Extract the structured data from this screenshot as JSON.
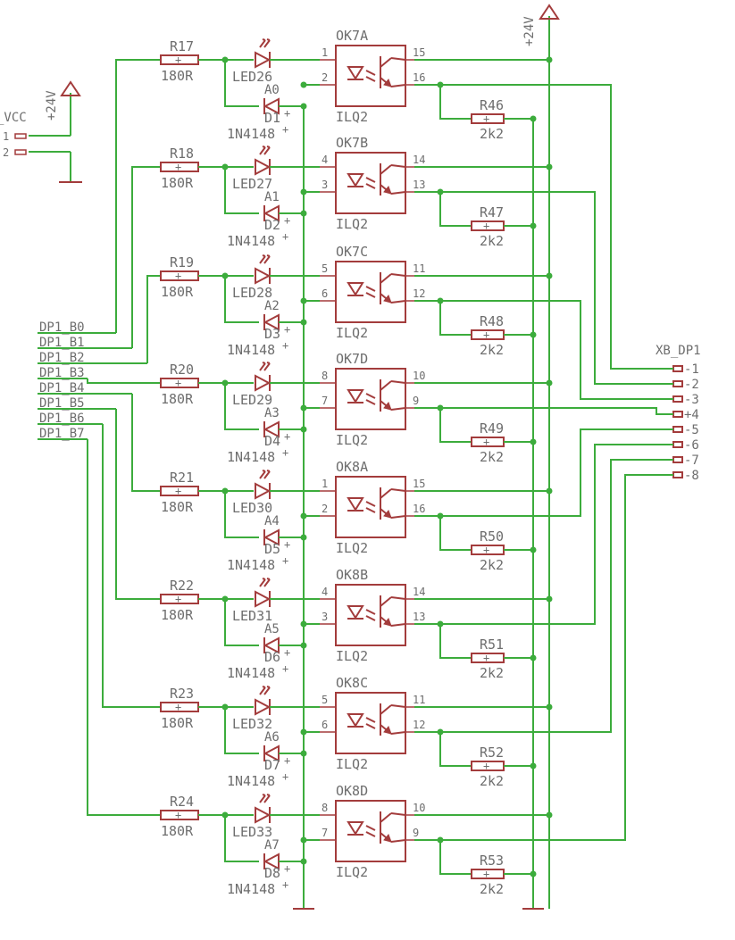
{
  "power": {
    "vcc_label": "+24V"
  },
  "header_vcc": {
    "name": "_VCC",
    "pin1": "1",
    "pin2": "2"
  },
  "connector": {
    "name": "XB_DP1",
    "pins": [
      "-1",
      "-2",
      "-3",
      "+4",
      "-5",
      "-6",
      "-7",
      "-8"
    ]
  },
  "bus": {
    "nets": [
      "DP1_B0",
      "DP1_B1",
      "DP1_B2",
      "DP1_B3",
      "DP1_B4",
      "DP1_B5",
      "DP1_B6",
      "DP1_B7"
    ]
  },
  "channels": [
    {
      "r": "R17",
      "r_val": "180R",
      "led": "LED26",
      "addr": "A0",
      "diode": "D1",
      "d_val": "1N4148",
      "ok": "OK7A",
      "ok_val": "ILQ2",
      "pa": "1",
      "pk": "2",
      "pc": "15",
      "pe": "16",
      "rp": "R46",
      "rp_val": "2k2"
    },
    {
      "r": "R18",
      "r_val": "180R",
      "led": "LED27",
      "addr": "A1",
      "diode": "D2",
      "d_val": "1N4148",
      "ok": "OK7B",
      "ok_val": "ILQ2",
      "pa": "4",
      "pk": "3",
      "pc": "14",
      "pe": "13",
      "rp": "R47",
      "rp_val": "2k2"
    },
    {
      "r": "R19",
      "r_val": "180R",
      "led": "LED28",
      "addr": "A2",
      "diode": "D3",
      "d_val": "1N4148",
      "ok": "OK7C",
      "ok_val": "ILQ2",
      "pa": "5",
      "pk": "6",
      "pc": "11",
      "pe": "12",
      "rp": "R48",
      "rp_val": "2k2"
    },
    {
      "r": "R20",
      "r_val": "180R",
      "led": "LED29",
      "addr": "A3",
      "diode": "D4",
      "d_val": "1N4148",
      "ok": "OK7D",
      "ok_val": "ILQ2",
      "pa": "8",
      "pk": "7",
      "pc": "10",
      "pe": "9",
      "rp": "R49",
      "rp_val": "2k2"
    },
    {
      "r": "R21",
      "r_val": "180R",
      "led": "LED30",
      "addr": "A4",
      "diode": "D5",
      "d_val": "1N4148",
      "ok": "OK8A",
      "ok_val": "ILQ2",
      "pa": "1",
      "pk": "2",
      "pc": "15",
      "pe": "16",
      "rp": "R50",
      "rp_val": "2k2"
    },
    {
      "r": "R22",
      "r_val": "180R",
      "led": "LED31",
      "addr": "A5",
      "diode": "D6",
      "d_val": "1N4148",
      "ok": "OK8B",
      "ok_val": "ILQ2",
      "pa": "4",
      "pk": "3",
      "pc": "14",
      "pe": "13",
      "rp": "R51",
      "rp_val": "2k2"
    },
    {
      "r": "R23",
      "r_val": "180R",
      "led": "LED32",
      "addr": "A6",
      "diode": "D7",
      "d_val": "1N4148",
      "ok": "OK8C",
      "ok_val": "ILQ2",
      "pa": "5",
      "pk": "6",
      "pc": "11",
      "pe": "12",
      "rp": "R52",
      "rp_val": "2k2"
    },
    {
      "r": "R24",
      "r_val": "180R",
      "led": "LED33",
      "addr": "A7",
      "diode": "D8",
      "d_val": "1N4148",
      "ok": "OK8D",
      "ok_val": "ILQ2",
      "pa": "8",
      "pk": "7",
      "pc": "10",
      "pe": "9",
      "rp": "R53",
      "rp_val": "2k2"
    }
  ]
}
